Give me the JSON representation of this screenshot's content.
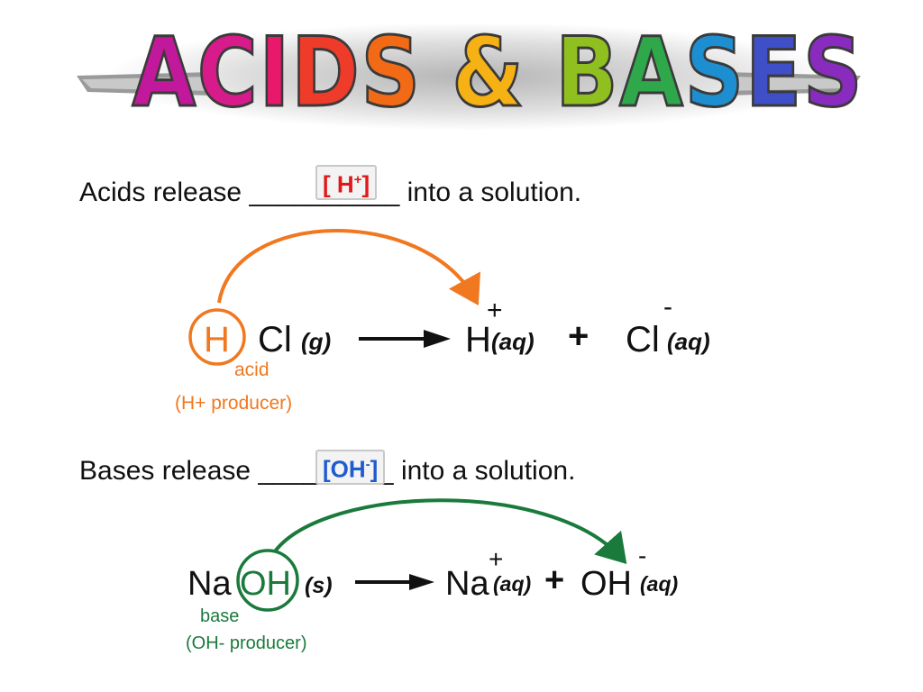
{
  "title": {
    "letters": [
      {
        "ch": "A",
        "color": "#c2189b"
      },
      {
        "ch": "C",
        "color": "#d81b8a"
      },
      {
        "ch": "I",
        "color": "#e8196a"
      },
      {
        "ch": "D",
        "color": "#ee3b2a"
      },
      {
        "ch": "S",
        "color": "#f36a16"
      },
      {
        "ch": " ",
        "color": "#000000"
      },
      {
        "ch": "&",
        "color": "#f6b114"
      },
      {
        "ch": " ",
        "color": "#000000"
      },
      {
        "ch": "B",
        "color": "#8fc020"
      },
      {
        "ch": "A",
        "color": "#2ea84a"
      },
      {
        "ch": "S",
        "color": "#1d8fd0"
      },
      {
        "ch": "E",
        "color": "#3f4fc8"
      },
      {
        "ch": "S",
        "color": "#8a2bc0"
      }
    ]
  },
  "acids": {
    "prefix": "Acids release ",
    "blank": "__________",
    "suffix": " into a solution.",
    "answer_main": "[ H",
    "answer_sup": "+",
    "answer_end": "]",
    "answer_color": "#e01818"
  },
  "bases": {
    "prefix": "Bases release ",
    "blank": "_________",
    "suffix": " into a solution.",
    "answer_main": "[OH",
    "answer_sup": "-",
    "answer_end": "]",
    "answer_color": "#1e5bd0"
  },
  "eq1": {
    "h": "H",
    "cl": "Cl",
    "g": "(g)",
    "h_ion": "H",
    "plus_charge": "+",
    "aq1": "(aq)",
    "plus": "+",
    "cl_ion": "Cl",
    "minus_charge": "-",
    "aq2": "(aq)",
    "label": "acid",
    "sublabel": "(H+ producer)",
    "accent": "#f07820"
  },
  "eq2": {
    "na": "Na",
    "oh": "OH",
    "s": "(s)",
    "na_ion": "Na",
    "plus_charge": "+",
    "aq1": "(aq)",
    "plus": "+",
    "oh_ion": "OH",
    "minus_charge": "-",
    "aq2": "(aq)",
    "label": "base",
    "sublabel": "(OH- producer)",
    "accent": "#1a7a3c"
  }
}
